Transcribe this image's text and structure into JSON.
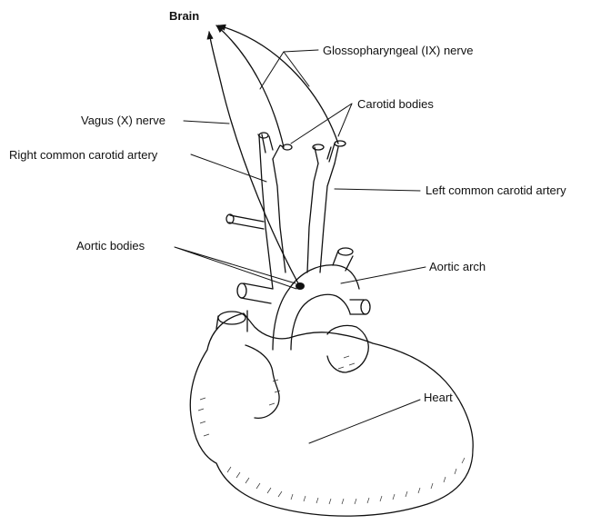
{
  "labels": {
    "brain": "Brain",
    "glossopharyngeal": "Glossopharyngeal (IX) nerve",
    "carotid_bodies": "Carotid bodies",
    "vagus": "Vagus (X) nerve",
    "right_carotid": "Right common carotid artery",
    "left_carotid": "Left common carotid artery",
    "aortic_bodies": "Aortic bodies",
    "aortic_arch": "Aortic arch",
    "heart": "Heart"
  }
}
